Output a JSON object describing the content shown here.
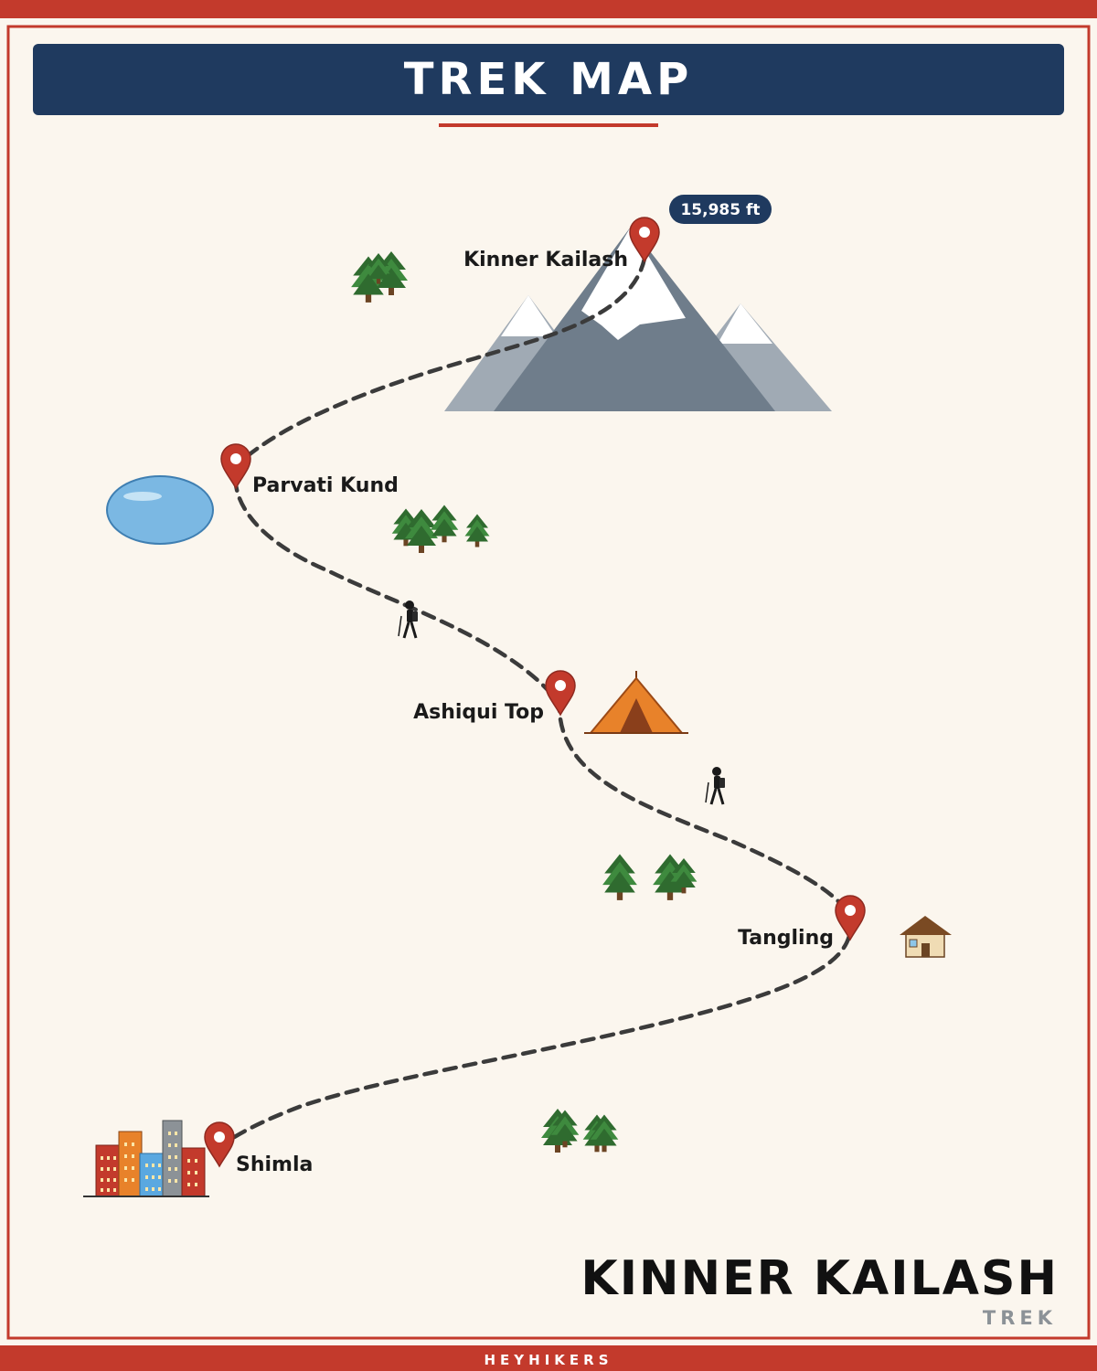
{
  "header": {
    "title": "TREK MAP"
  },
  "summit": {
    "elevation_label": "15,985 ft"
  },
  "stops": [
    {
      "name": "Kinner Kailash"
    },
    {
      "name": "Parvati Kund"
    },
    {
      "name": "Ashiqui Top"
    },
    {
      "name": "Tangling"
    },
    {
      "name": "Shimla"
    }
  ],
  "footer": {
    "title": "KINNER KAILASH",
    "subtitle": "TREK",
    "brand": "HEYHIKERS"
  },
  "colors": {
    "accent_red": "#c33a2c",
    "navy": "#1f3a5f",
    "paper": "#fbf6ee",
    "trail": "#3b3b3b",
    "tree": "#2f6b2f",
    "mountain": "#6f7d8b",
    "lake": "#7bb8e3"
  },
  "icons": [
    "map-pin-icon",
    "mountain-icon",
    "lake-icon",
    "tent-icon",
    "house-icon",
    "city-icon",
    "tree-icon",
    "hiker-icon"
  ]
}
